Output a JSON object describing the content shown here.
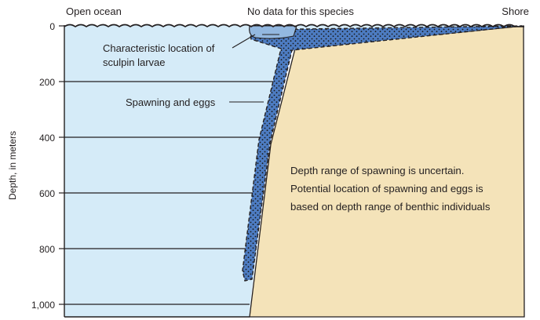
{
  "header": {
    "left_label": "Open ocean",
    "center_label": "No data for this species",
    "right_label": "Shore"
  },
  "axis": {
    "label": "Depth, in meters",
    "ticks": [
      "0",
      "200",
      "400",
      "600",
      "800",
      "1,000"
    ]
  },
  "annotations": {
    "larvae_line1": "Characteristic location of",
    "larvae_line2": "sculpin larvae",
    "spawning": "Spawning and eggs",
    "note_line1": "Depth range of spawning is uncertain.",
    "note_line2": "Potential location of spawning and eggs is",
    "note_line3": "based on depth range of benthic individuals"
  },
  "colors": {
    "water": "#d5ebf8",
    "seafloor": "#f4e3b9",
    "spawning_zone": "#4d7cc2",
    "larvae_zone": "#93b8e0",
    "outline": "#231f20"
  }
}
